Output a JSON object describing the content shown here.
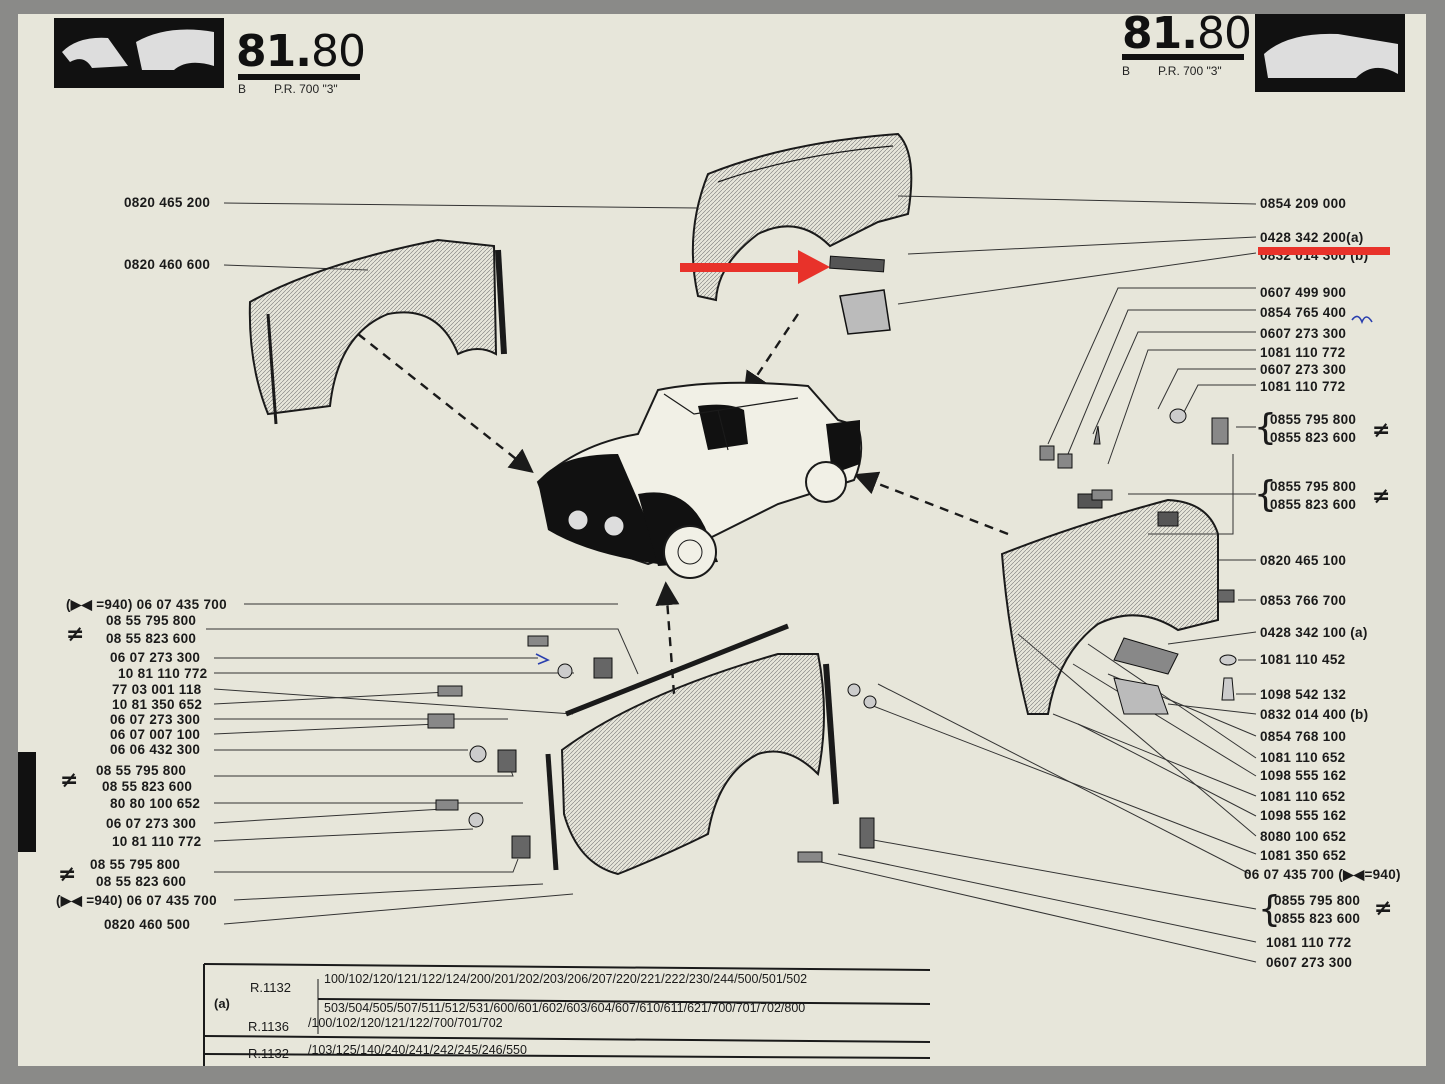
{
  "header_left": {
    "page_num_main": "81",
    "page_num_sub": "80",
    "letter": "B",
    "model": "P.R. 700 \"3\""
  },
  "header_right": {
    "page_num_main": "81",
    "page_num_sub": "80",
    "letter": "B",
    "model": "P.R. 700 \"3\""
  },
  "labels_top_left": [
    "0820 465 200",
    "0820 460 600"
  ],
  "labels_right": [
    "0854 209 000",
    "0428 342 200(a)",
    "0832 014 300 (b)",
    "0607 499 900",
    "0854 765 400",
    "0607 273 300",
    "1081 110 772",
    "0607 273 300",
    "1081 110 772",
    "0855 795 800",
    "0855 823 600",
    "0855 795 800",
    "0855 823 600",
    "0820 465 100",
    "0853 766 700",
    "0428 342 100 (a)",
    "1081 110 452",
    "1098 542 132",
    "0832 014 400 (b)",
    "0854 768 100",
    "1081 110 652",
    "1098 555 162",
    "1081 110 652",
    "1098 555 162",
    "8080 100 652",
    "1081 350 652",
    "06 07 435 700 (▶◀=940)",
    "0855 795 800",
    "0855 823 600",
    "1081 110 772",
    "0607 273 300"
  ],
  "labels_left_bottom": [
    "(▶◀ =940) 06 07 435 700",
    "08 55 795 800",
    "08 55 823 600",
    "06 07 273 300",
    "10 81 110 772",
    "77 03 001 118",
    "10 81 350 652",
    "06 07 273 300",
    "06 07 007 100",
    "06 06 432 300",
    "08 55 795 800",
    "08 55 823 600",
    "80 80 100 652",
    "06 07 273 300",
    "10 81 110 772",
    "08 55 795 800",
    "08 55 823 600",
    "(▶◀ =940) 06 07 435 700",
    "0820 460 500"
  ],
  "table": {
    "a_label": "(a)",
    "row1_model": "R.1132",
    "row1_line1": "100/102/120/121/122/124/200/201/202/203/206/207/220/221/222/230/244/500/501/502",
    "row1_line2": "503/504/505/507/511/512/531/600/601/602/603/604/607/610/611/621/700/701/702/800",
    "row2_model": "R.1136",
    "row2_line": "/100/102/120/121/122/700/701/702",
    "row3_model": "R.1132",
    "row3_line": "/103/125/140/240/241/242/245/246/550"
  },
  "symbols": {
    "not_equal": "≠"
  },
  "colors": {
    "paper": "#e7e6da",
    "ink": "#1a1a1a",
    "annotation_red": "#e8322a",
    "annotation_blue": "#2a3fae"
  }
}
